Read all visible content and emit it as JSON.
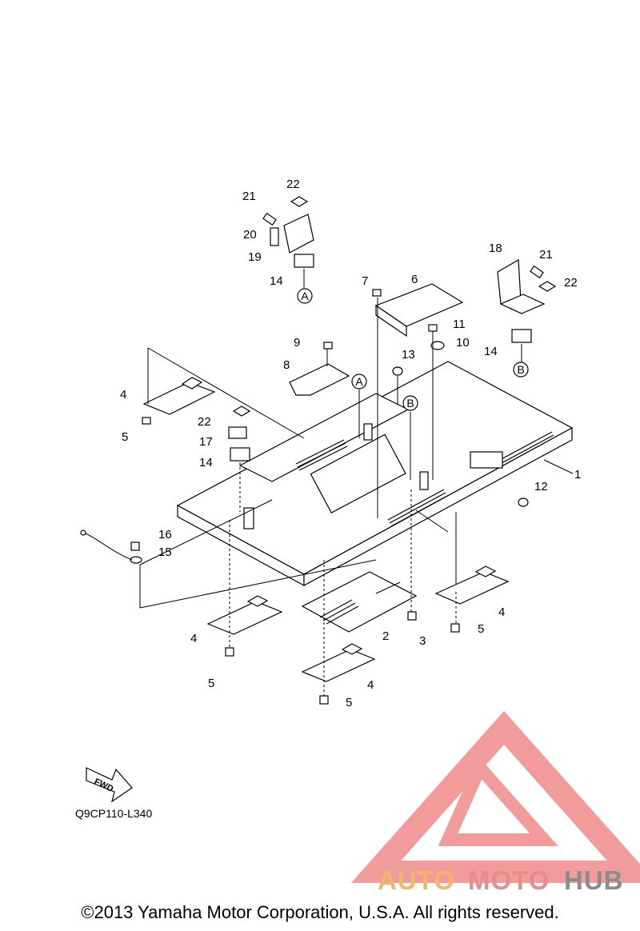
{
  "diagram": {
    "callouts": [
      "1",
      "2",
      "3",
      "4",
      "4",
      "4",
      "4",
      "5",
      "5",
      "5",
      "5",
      "6",
      "7",
      "8",
      "9",
      "10",
      "11",
      "12",
      "13",
      "14",
      "14",
      "14",
      "15",
      "16",
      "17",
      "18",
      "19",
      "20",
      "21",
      "21",
      "22",
      "22",
      "22"
    ],
    "reference_marks": [
      "A",
      "A",
      "B",
      "B"
    ],
    "fwd_label": "FWD",
    "drawing_code": "Q9CP110-L340"
  },
  "watermark": {
    "part_auto": "AUTO",
    "part_moto": "MOTO",
    "part_hub": "HUB",
    "colors": {
      "auto": "#f2b66b",
      "moto": "#e98b8b",
      "hub": "#8c8c8c",
      "triangle": "#ef8a8a"
    }
  },
  "footer": {
    "copyright": "©2013 Yamaha Motor Corporation, U.S.A. All rights reserved."
  }
}
